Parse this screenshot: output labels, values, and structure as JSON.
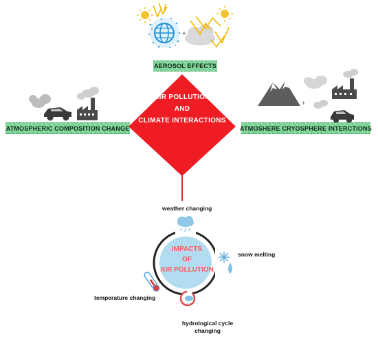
{
  "center": {
    "line1": "AIR POLLUTION",
    "line2": "AND",
    "line3": "CLIMATE INTERACTIONS"
  },
  "labels": {
    "top": "AEROSOL EFFECTS",
    "left": "ATMOSPHERIC COMPOSITION CHANGE",
    "right": "ATMOSHERE CRYOSPHERE INTERCTIONS"
  },
  "impacts": {
    "line1": "IMPACTS",
    "line2": "OF",
    "line3": "AIR POLLUTION"
  },
  "cycle": {
    "weather": "weather changing",
    "snow": "snow melting",
    "temperature": "temperature changing",
    "hydro_line1": "hydrological cycle",
    "hydro_line2": "changing"
  },
  "colors": {
    "diamond": "#ef1c24",
    "label_fill": "#7ed496",
    "impact_circle": "#a9d7ee",
    "impact_text": "#ff5a5a"
  },
  "icons": [
    "sun-icon",
    "globe-icon",
    "cloud-icon",
    "car-icon",
    "factory-icon",
    "mountain-icon",
    "rain-cloud-icon",
    "snowflake-icon",
    "water-drop-icon",
    "thermometer-icon",
    "cycle-icon"
  ]
}
